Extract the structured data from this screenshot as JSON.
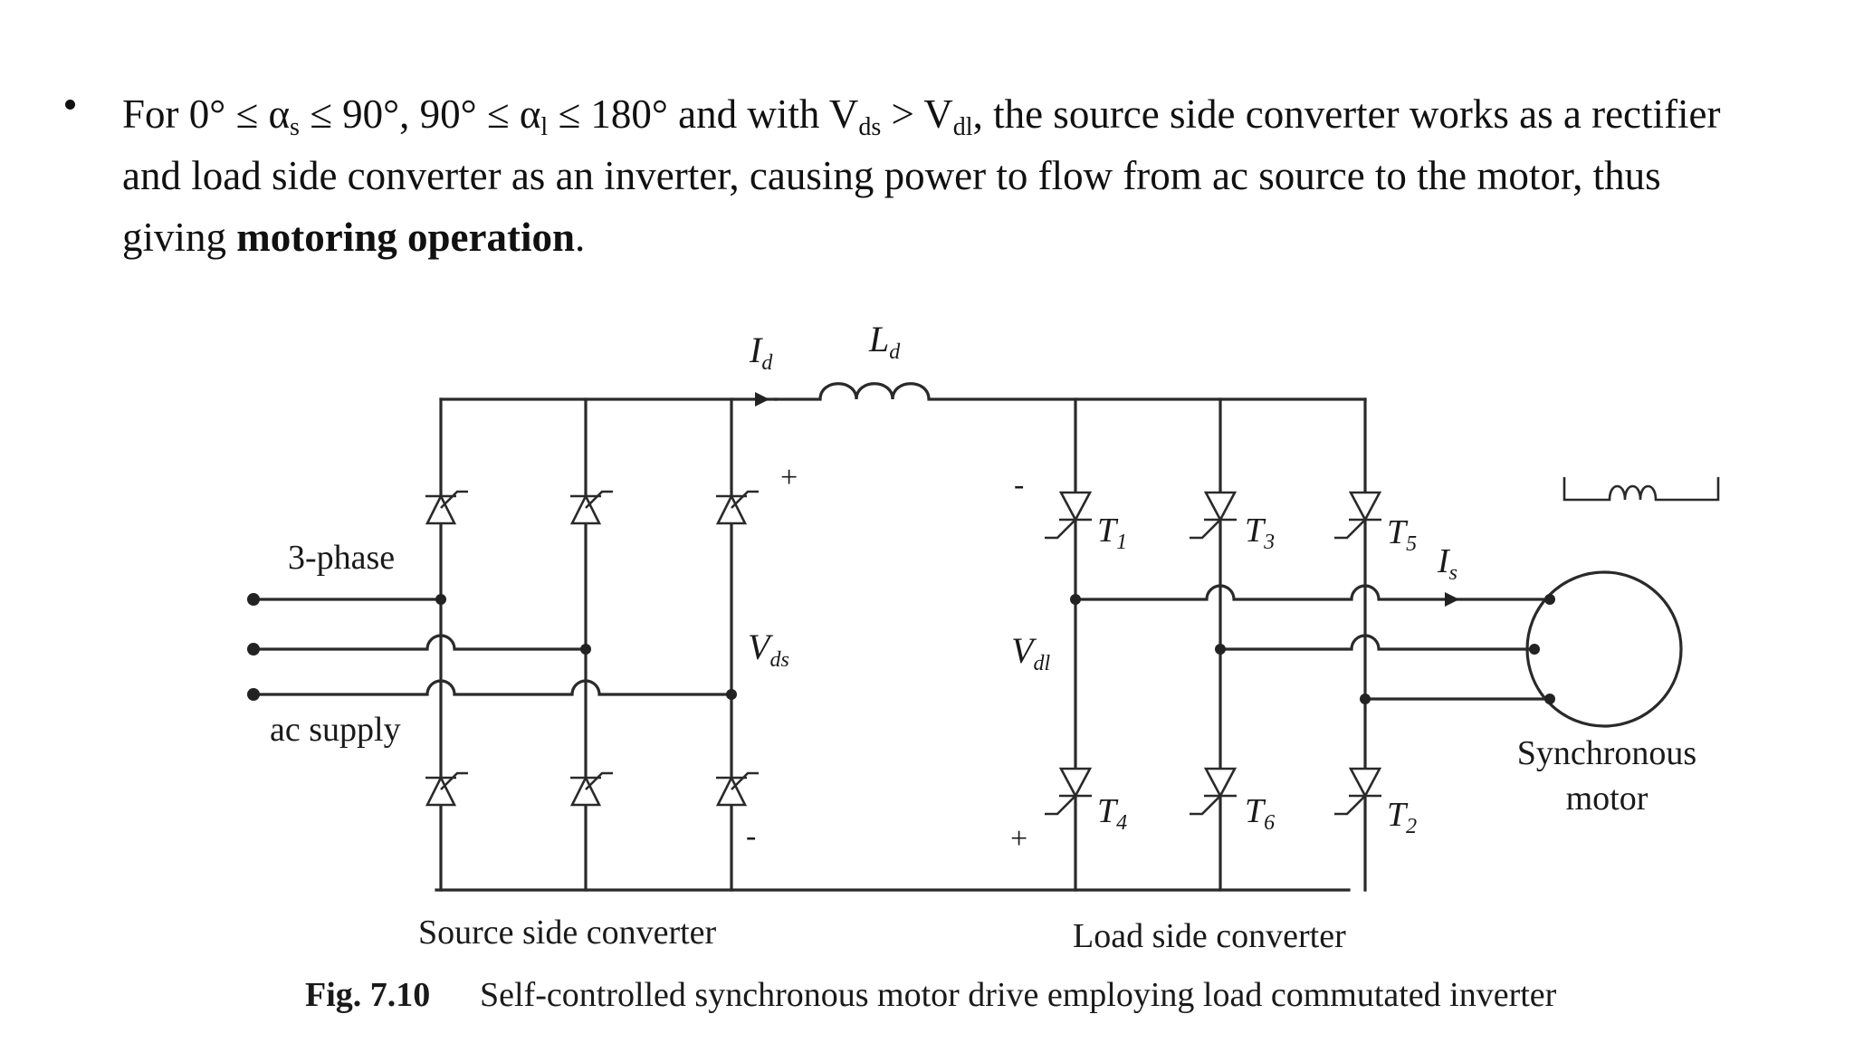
{
  "bullet": {
    "p1": "For 0° ≤ α",
    "s1": "s",
    "p2": " ≤ 90°, 90° ≤ α",
    "s2": "l",
    "p3": " ≤ 180° and with V",
    "s3": "ds",
    "p4": " > V",
    "s4": "dl",
    "p5": ", the source side converter works as a rectifier and load side converter as an inverter, causing power to flow from ac source to the motor, thus giving ",
    "bold": "motoring operation",
    "end": "."
  },
  "diagram": {
    "label_Id": "I",
    "sub_Id": "d",
    "label_Ld": "L",
    "sub_Ld": "d",
    "label_plus_top": "+",
    "label_minus_top": "-",
    "label_minus_bottom": "-",
    "label_plus_bottom": "+",
    "label_Vds": "V",
    "sub_Vds": "ds",
    "label_Vdl": "V",
    "sub_Vdl": "dl",
    "label_3phase": "3-phase",
    "label_ac_supply": "ac supply",
    "label_T1": "T",
    "sub_T1": "1",
    "label_T3": "T",
    "sub_T3": "3",
    "label_T5": "T",
    "sub_T5": "5",
    "label_T4": "T",
    "sub_T4": "4",
    "label_T6": "T",
    "sub_T6": "6",
    "label_T2": "T",
    "sub_T2": "2",
    "label_Is": "I",
    "sub_Is": "s",
    "label_synchronous": "Synchronous",
    "label_motor": "motor",
    "label_source_side": "Source side converter",
    "label_load_side": "Load side converter",
    "caption_num": "Fig. 7.10",
    "caption_text": "Self-controlled synchronous motor drive employing load commutated inverter"
  }
}
